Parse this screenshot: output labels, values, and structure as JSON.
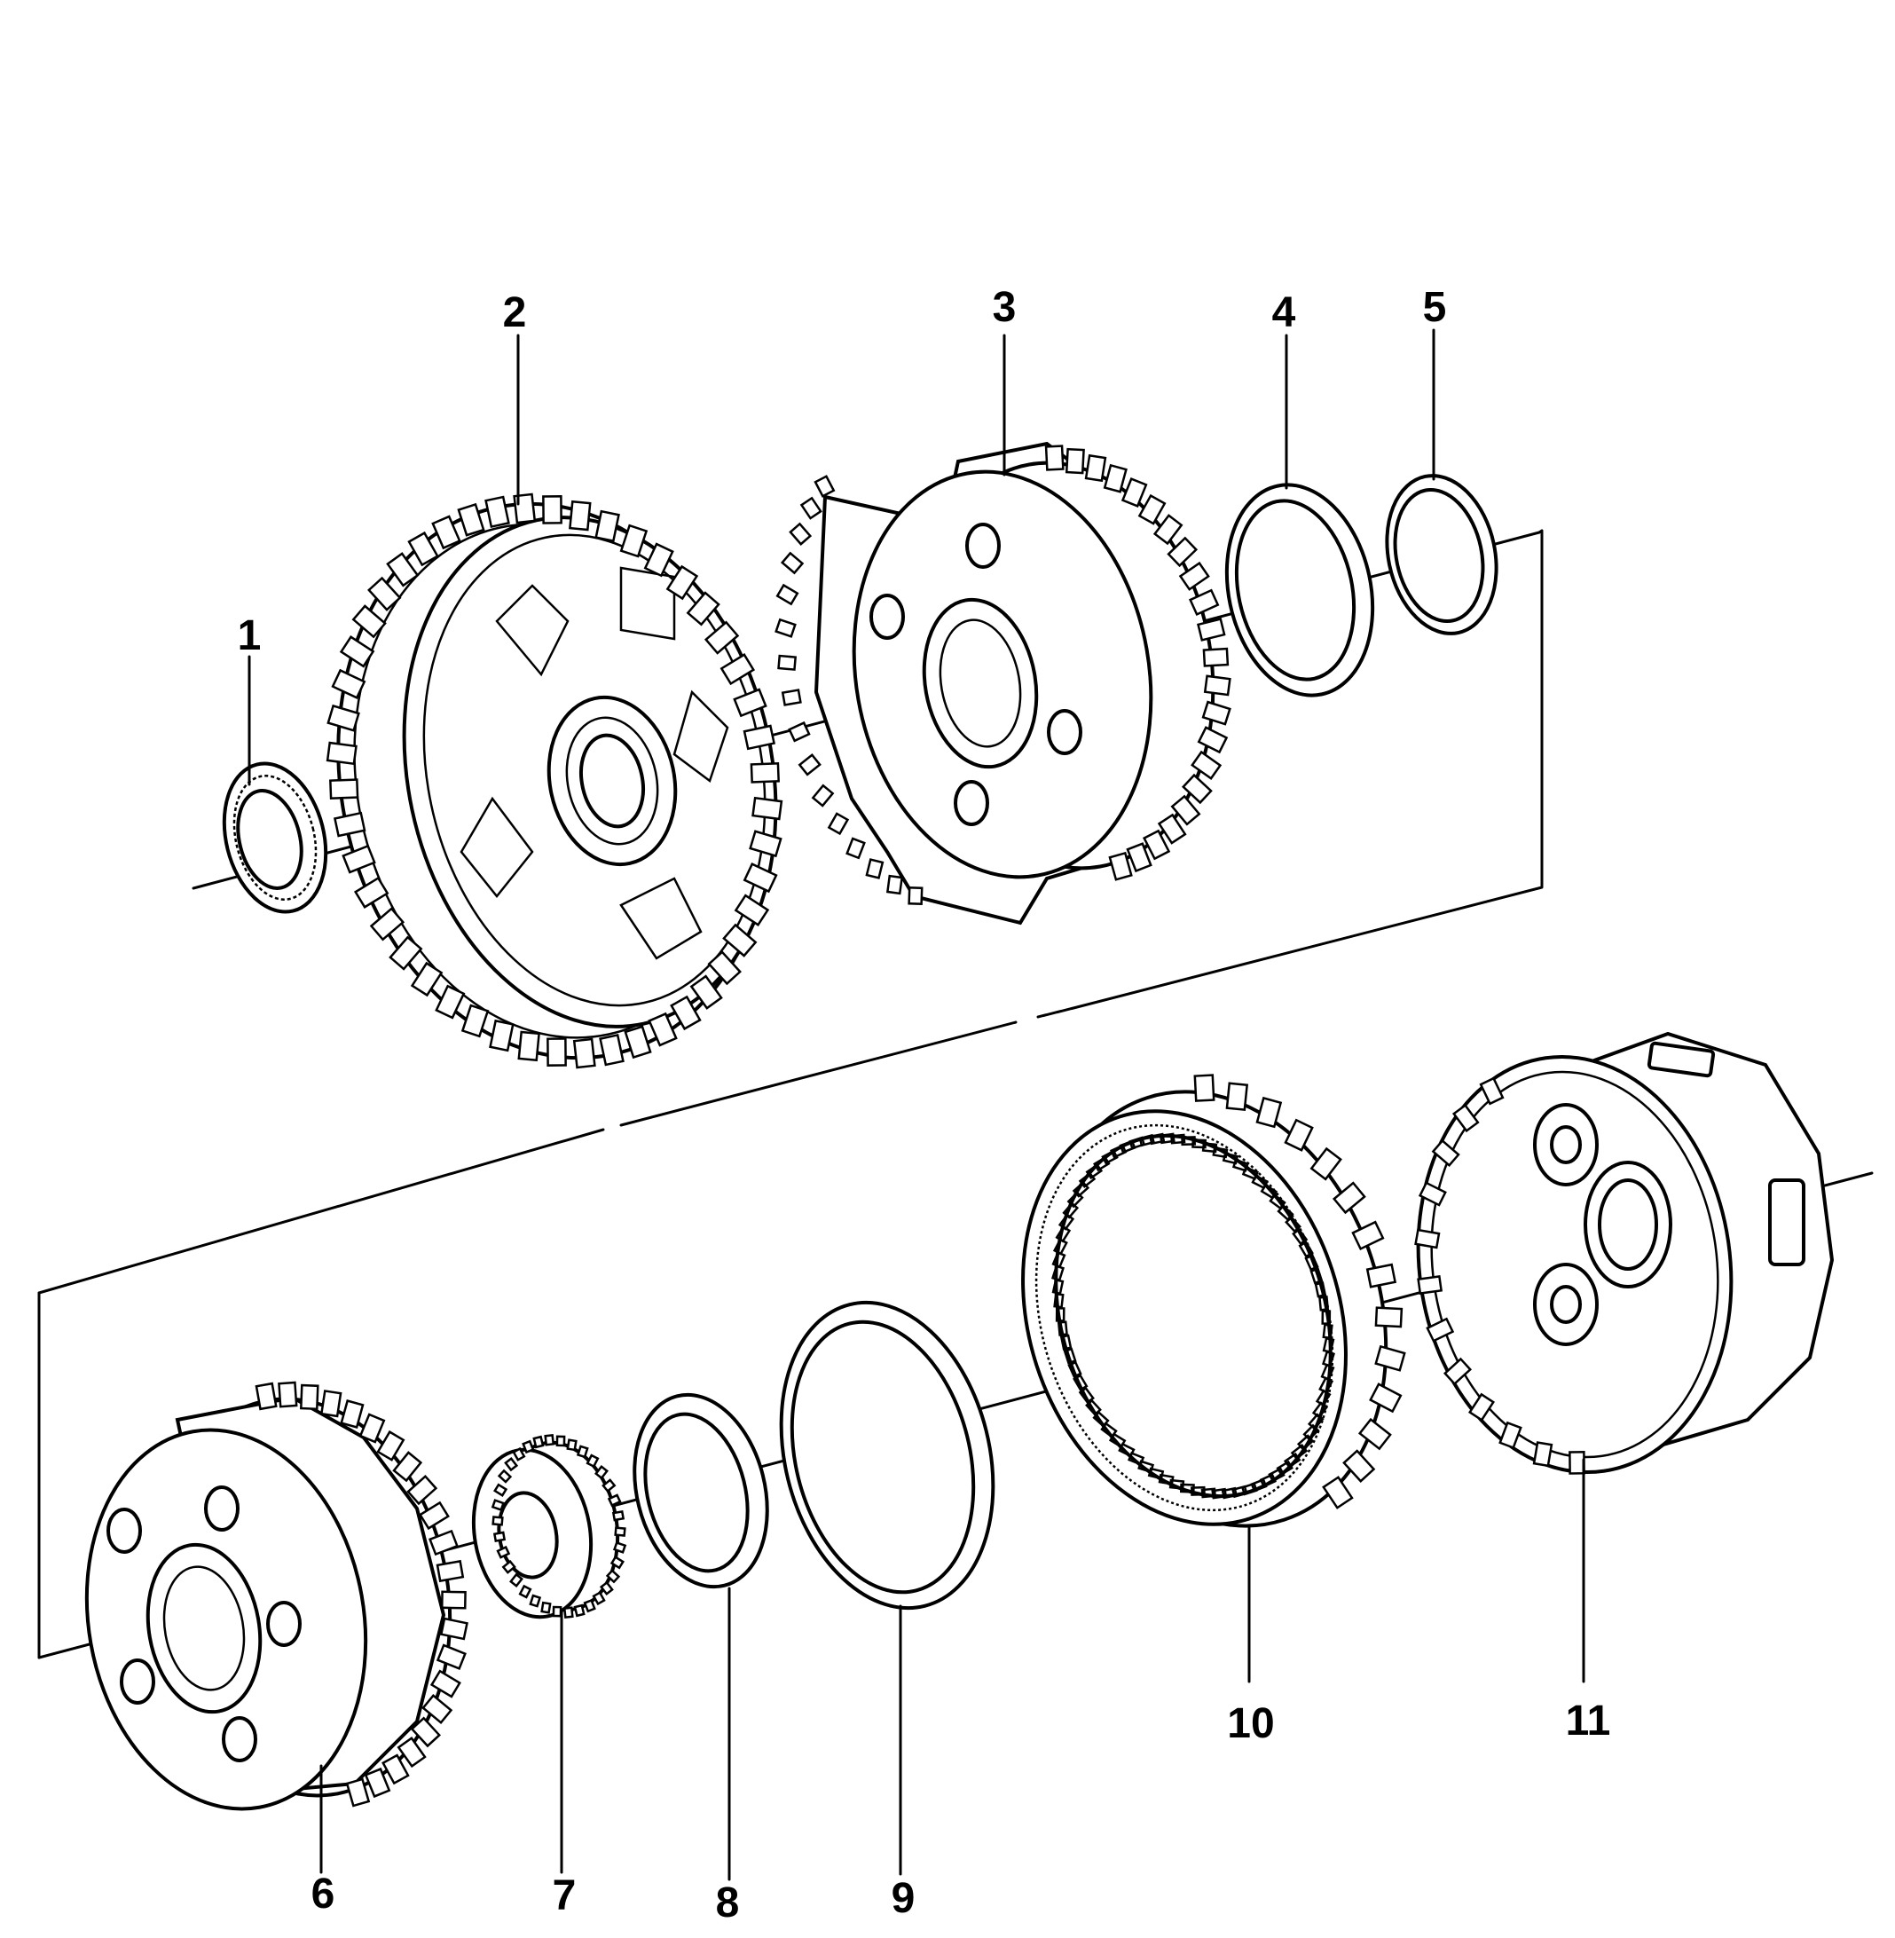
{
  "colors": {
    "ink": "#000000",
    "paper": "#ffffff"
  },
  "callouts": [
    {
      "id": "1",
      "label": "1"
    },
    {
      "id": "2",
      "label": "2"
    },
    {
      "id": "3",
      "label": "3"
    },
    {
      "id": "4",
      "label": "4"
    },
    {
      "id": "5",
      "label": "5"
    },
    {
      "id": "6",
      "label": "6"
    },
    {
      "id": "7",
      "label": "7"
    },
    {
      "id": "8",
      "label": "8"
    },
    {
      "id": "9",
      "label": "9"
    },
    {
      "id": "10",
      "label": "10"
    },
    {
      "id": "11",
      "label": "11"
    }
  ],
  "parts": [
    {
      "callout": "1",
      "icon": "thrust-bearing-icon"
    },
    {
      "callout": "2",
      "icon": "clutch-hub-drum-icon"
    },
    {
      "callout": "3",
      "icon": "planet-carrier-icon"
    },
    {
      "callout": "4",
      "icon": "thrust-washer-icon"
    },
    {
      "callout": "5",
      "icon": "thrust-washer-icon"
    },
    {
      "callout": "6",
      "icon": "planet-carrier-icon"
    },
    {
      "callout": "7",
      "icon": "sun-gear-icon"
    },
    {
      "callout": "8",
      "icon": "thrust-bearing-icon"
    },
    {
      "callout": "9",
      "icon": "retaining-ring-icon"
    },
    {
      "callout": "10",
      "icon": "ring-gear-icon"
    },
    {
      "callout": "11",
      "icon": "planetary-housing-icon"
    }
  ]
}
